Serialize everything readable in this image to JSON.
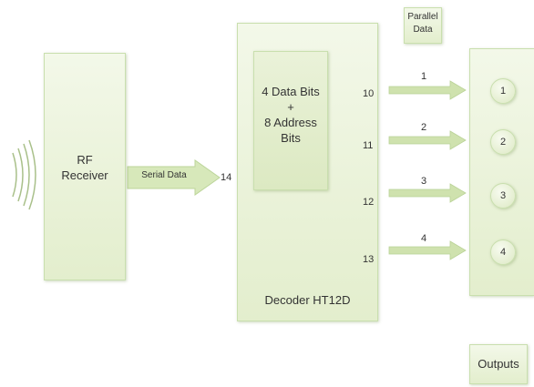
{
  "rf_receiver": {
    "line1": "RF",
    "line2": "Receiver"
  },
  "serial_data_label": "Serial Data",
  "serial_pin": "14",
  "decoder": {
    "title": "Decoder HT12D",
    "inner_line1": "4 Data Bits",
    "inner_line2": "+",
    "inner_line3": "8 Address",
    "inner_line4": "Bits"
  },
  "parallel_data": {
    "line1": "Parallel",
    "line2": "Data"
  },
  "pins": [
    "10",
    "11",
    "12",
    "13"
  ],
  "wire_labels": [
    "1",
    "2",
    "3",
    "4"
  ],
  "output_circles": [
    "1",
    "2",
    "3",
    "4"
  ],
  "outputs_label": "Outputs",
  "colors": {
    "fill": "#e8f1d6",
    "border": "#c9dfae",
    "arrow": "#cfe2ae"
  }
}
